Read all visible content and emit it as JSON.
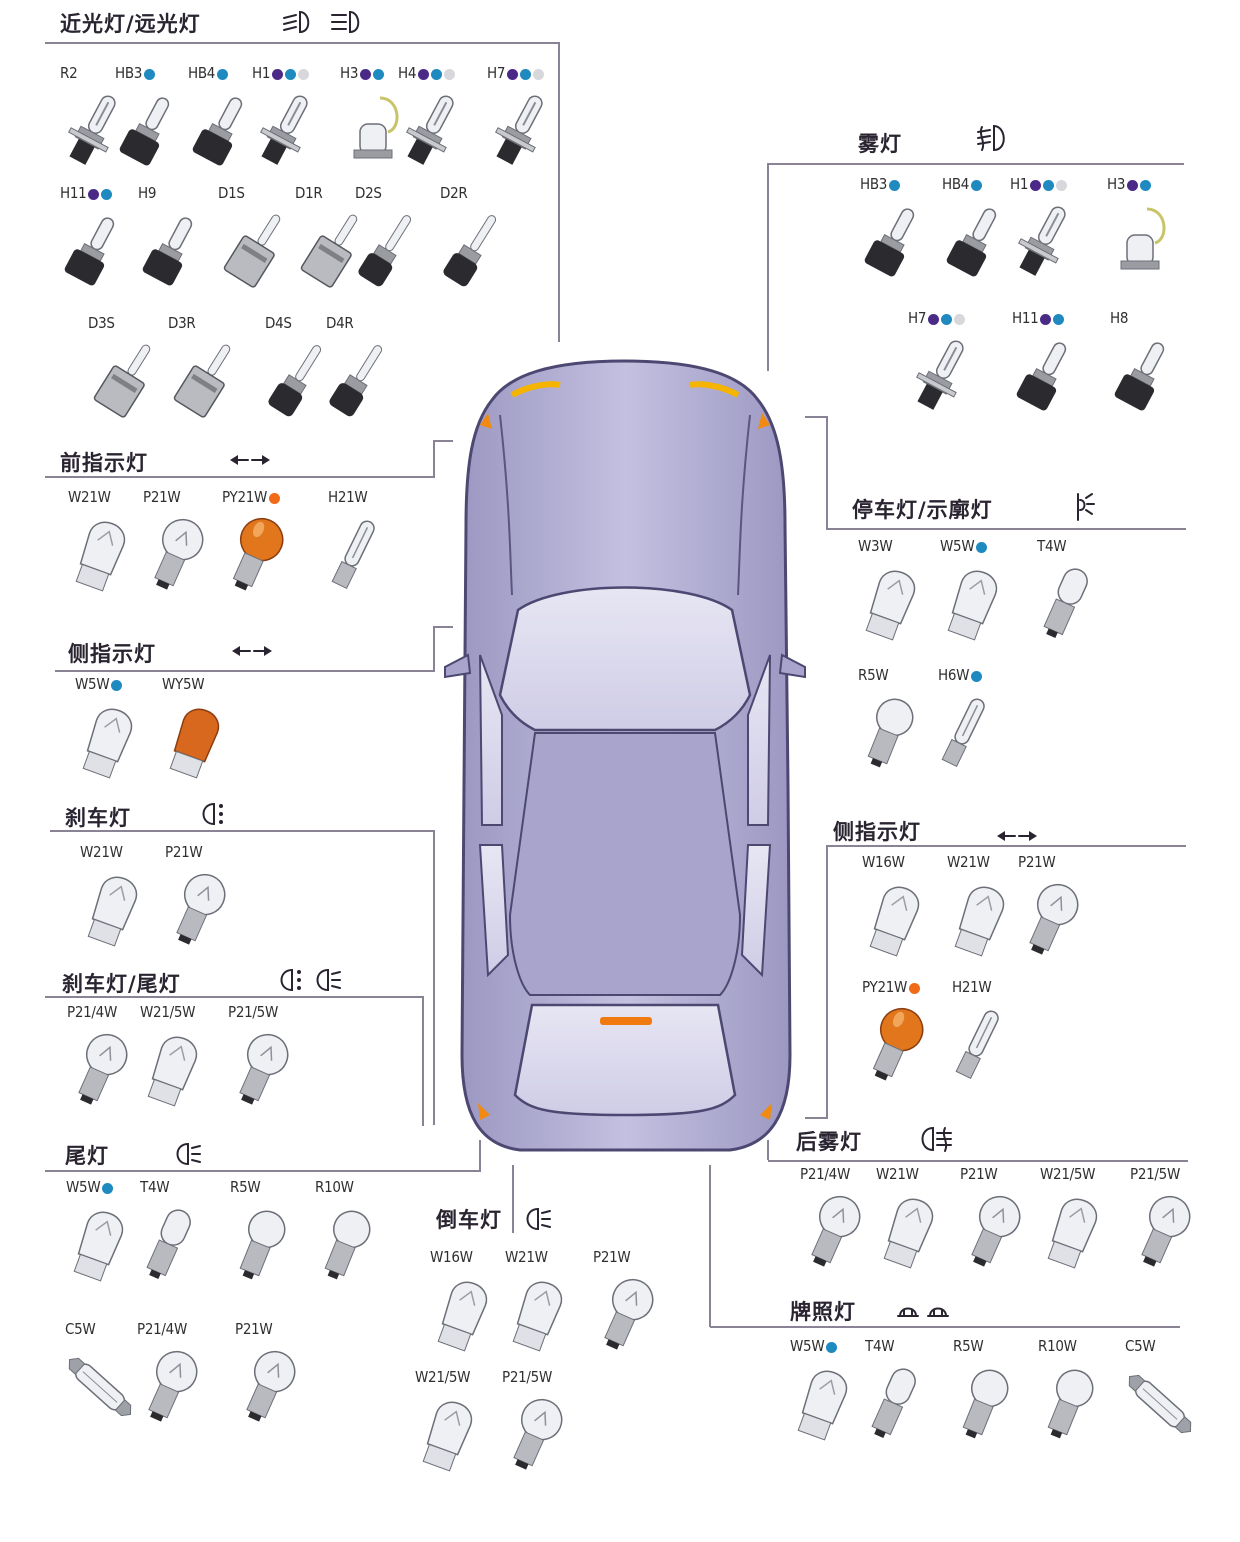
{
  "colors": {
    "blue": "#1f8ac0",
    "purple": "#4a2a86",
    "grey": "#d8d8dc",
    "orange": "#f06a17",
    "car_body": "#b9b5d6",
    "line": "#8a8395"
  },
  "sections": [
    {
      "id": "headlight",
      "title": "近光灯/远光灯",
      "icon": "low-high-beam-icon",
      "items": [
        {
          "label": "R2",
          "dots": [],
          "type": "halogen"
        },
        {
          "label": "HB3",
          "dots": [
            "blue"
          ],
          "type": "hb"
        },
        {
          "label": "HB4",
          "dots": [
            "blue"
          ],
          "type": "hb"
        },
        {
          "label": "H1",
          "dots": [
            "purple",
            "blue",
            "grey"
          ],
          "type": "halogen"
        },
        {
          "label": "H3",
          "dots": [
            "purple",
            "blue"
          ],
          "type": "h3"
        },
        {
          "label": "H4",
          "dots": [
            "purple",
            "blue",
            "grey"
          ],
          "type": "halogen"
        },
        {
          "label": "H7",
          "dots": [
            "purple",
            "blue",
            "grey"
          ],
          "type": "halogen"
        },
        {
          "label": "H11",
          "dots": [
            "purple",
            "blue"
          ],
          "type": "hb"
        },
        {
          "label": "H9",
          "dots": [],
          "type": "hb"
        },
        {
          "label": "D1S",
          "dots": [],
          "type": "xenon"
        },
        {
          "label": "D1R",
          "dots": [],
          "type": "xenon"
        },
        {
          "label": "D2S",
          "dots": [],
          "type": "xenon2"
        },
        {
          "label": "D2R",
          "dots": [],
          "type": "xenon2"
        },
        {
          "label": "D3S",
          "dots": [],
          "type": "xenon"
        },
        {
          "label": "D3R",
          "dots": [],
          "type": "xenon"
        },
        {
          "label": "D4S",
          "dots": [],
          "type": "xenon2"
        },
        {
          "label": "D4R",
          "dots": [],
          "type": "xenon2"
        }
      ]
    },
    {
      "id": "front-indicator",
      "title": "前指示灯",
      "icon": "turn-signal-icon",
      "items": [
        {
          "label": "W21W",
          "dots": [],
          "type": "wedge"
        },
        {
          "label": "P21W",
          "dots": [],
          "type": "bayonet"
        },
        {
          "label": "PY21W",
          "dots": [
            "orange"
          ],
          "type": "amber"
        },
        {
          "label": "H21W",
          "dots": [],
          "type": "tube"
        }
      ]
    },
    {
      "id": "side-indicator-left",
      "title": "侧指示灯",
      "icon": "turn-signal-icon",
      "items": [
        {
          "label": "W5W",
          "dots": [
            "blue"
          ],
          "type": "wedge"
        },
        {
          "label": "WY5W",
          "dots": [],
          "type": "amberwedge"
        }
      ]
    },
    {
      "id": "brake",
      "title": "刹车灯",
      "icon": "brake-light-icon",
      "items": [
        {
          "label": "W21W",
          "dots": [],
          "type": "wedge"
        },
        {
          "label": "P21W",
          "dots": [],
          "type": "bayonet"
        }
      ]
    },
    {
      "id": "brake-tail",
      "title": "刹车灯/尾灯",
      "icon": "brake-tail-icon",
      "items": [
        {
          "label": "P21/4W",
          "dots": [],
          "type": "bayonet"
        },
        {
          "label": "W21/5W",
          "dots": [],
          "type": "wedge"
        },
        {
          "label": "P21/5W",
          "dots": [],
          "type": "bayonet"
        }
      ]
    },
    {
      "id": "tail",
      "title": "尾灯",
      "icon": "tail-light-icon",
      "items": [
        {
          "label": "W5W",
          "dots": [
            "blue"
          ],
          "type": "wedge"
        },
        {
          "label": "T4W",
          "dots": [],
          "type": "small"
        },
        {
          "label": "R5W",
          "dots": [],
          "type": "round"
        },
        {
          "label": "R10W",
          "dots": [],
          "type": "round"
        },
        {
          "label": "C5W",
          "dots": [],
          "type": "festoon"
        },
        {
          "label": "P21/4W",
          "dots": [],
          "type": "bayonet"
        },
        {
          "label": "P21W",
          "dots": [],
          "type": "bayonet"
        }
      ]
    },
    {
      "id": "reverse",
      "title": "倒车灯",
      "icon": "reverse-light-icon",
      "items": [
        {
          "label": "W16W",
          "dots": [],
          "type": "wedge"
        },
        {
          "label": "W21W",
          "dots": [],
          "type": "wedge"
        },
        {
          "label": "P21W",
          "dots": [],
          "type": "bayonet"
        },
        {
          "label": "W21/5W",
          "dots": [],
          "type": "wedge"
        },
        {
          "label": "P21/5W",
          "dots": [],
          "type": "bayonet"
        }
      ]
    },
    {
      "id": "fog",
      "title": "雾灯",
      "icon": "fog-light-icon",
      "items": [
        {
          "label": "HB3",
          "dots": [
            "blue"
          ],
          "type": "hb"
        },
        {
          "label": "HB4",
          "dots": [
            "blue"
          ],
          "type": "hb"
        },
        {
          "label": "H1",
          "dots": [
            "purple",
            "blue",
            "grey"
          ],
          "type": "halogen"
        },
        {
          "label": "H3",
          "dots": [
            "purple",
            "blue"
          ],
          "type": "h3"
        },
        {
          "label": "H7",
          "dots": [
            "purple",
            "blue",
            "grey"
          ],
          "type": "halogen"
        },
        {
          "label": "H11",
          "dots": [
            "purple",
            "blue"
          ],
          "type": "hb"
        },
        {
          "label": "H8",
          "dots": [],
          "type": "hb"
        }
      ]
    },
    {
      "id": "parking",
      "title": "停车灯/示廓灯",
      "icon": "parking-light-icon",
      "items": [
        {
          "label": "W3W",
          "dots": [],
          "type": "wedge"
        },
        {
          "label": "W5W",
          "dots": [
            "blue"
          ],
          "type": "wedge"
        },
        {
          "label": "T4W",
          "dots": [],
          "type": "small"
        },
        {
          "label": "R5W",
          "dots": [],
          "type": "round"
        },
        {
          "label": "H6W",
          "dots": [
            "blue"
          ],
          "type": "tube"
        }
      ]
    },
    {
      "id": "side-indicator-right",
      "title": "侧指示灯",
      "icon": "turn-signal-icon",
      "items": [
        {
          "label": "W16W",
          "dots": [],
          "type": "wedge"
        },
        {
          "label": "W21W",
          "dots": [],
          "type": "wedge"
        },
        {
          "label": "P21W",
          "dots": [],
          "type": "bayonet"
        },
        {
          "label": "PY21W",
          "dots": [
            "orange"
          ],
          "type": "amber"
        },
        {
          "label": "H21W",
          "dots": [],
          "type": "tube"
        }
      ]
    },
    {
      "id": "rear-fog",
      "title": "后雾灯",
      "icon": "rear-fog-light-icon",
      "items": [
        {
          "label": "P21/4W",
          "dots": [],
          "type": "bayonet"
        },
        {
          "label": "W21W",
          "dots": [],
          "type": "wedge"
        },
        {
          "label": "P21W",
          "dots": [],
          "type": "bayonet"
        },
        {
          "label": "W21/5W",
          "dots": [],
          "type": "wedge"
        },
        {
          "label": "P21/5W",
          "dots": [],
          "type": "bayonet"
        }
      ]
    },
    {
      "id": "plate",
      "title": "牌照灯",
      "icon": "license-plate-light-icon",
      "items": [
        {
          "label": "W5W",
          "dots": [
            "blue"
          ],
          "type": "wedge"
        },
        {
          "label": "T4W",
          "dots": [],
          "type": "small"
        },
        {
          "label": "R5W",
          "dots": [],
          "type": "round"
        },
        {
          "label": "R10W",
          "dots": [],
          "type": "round"
        },
        {
          "label": "C5W",
          "dots": [],
          "type": "festoon"
        }
      ]
    }
  ]
}
